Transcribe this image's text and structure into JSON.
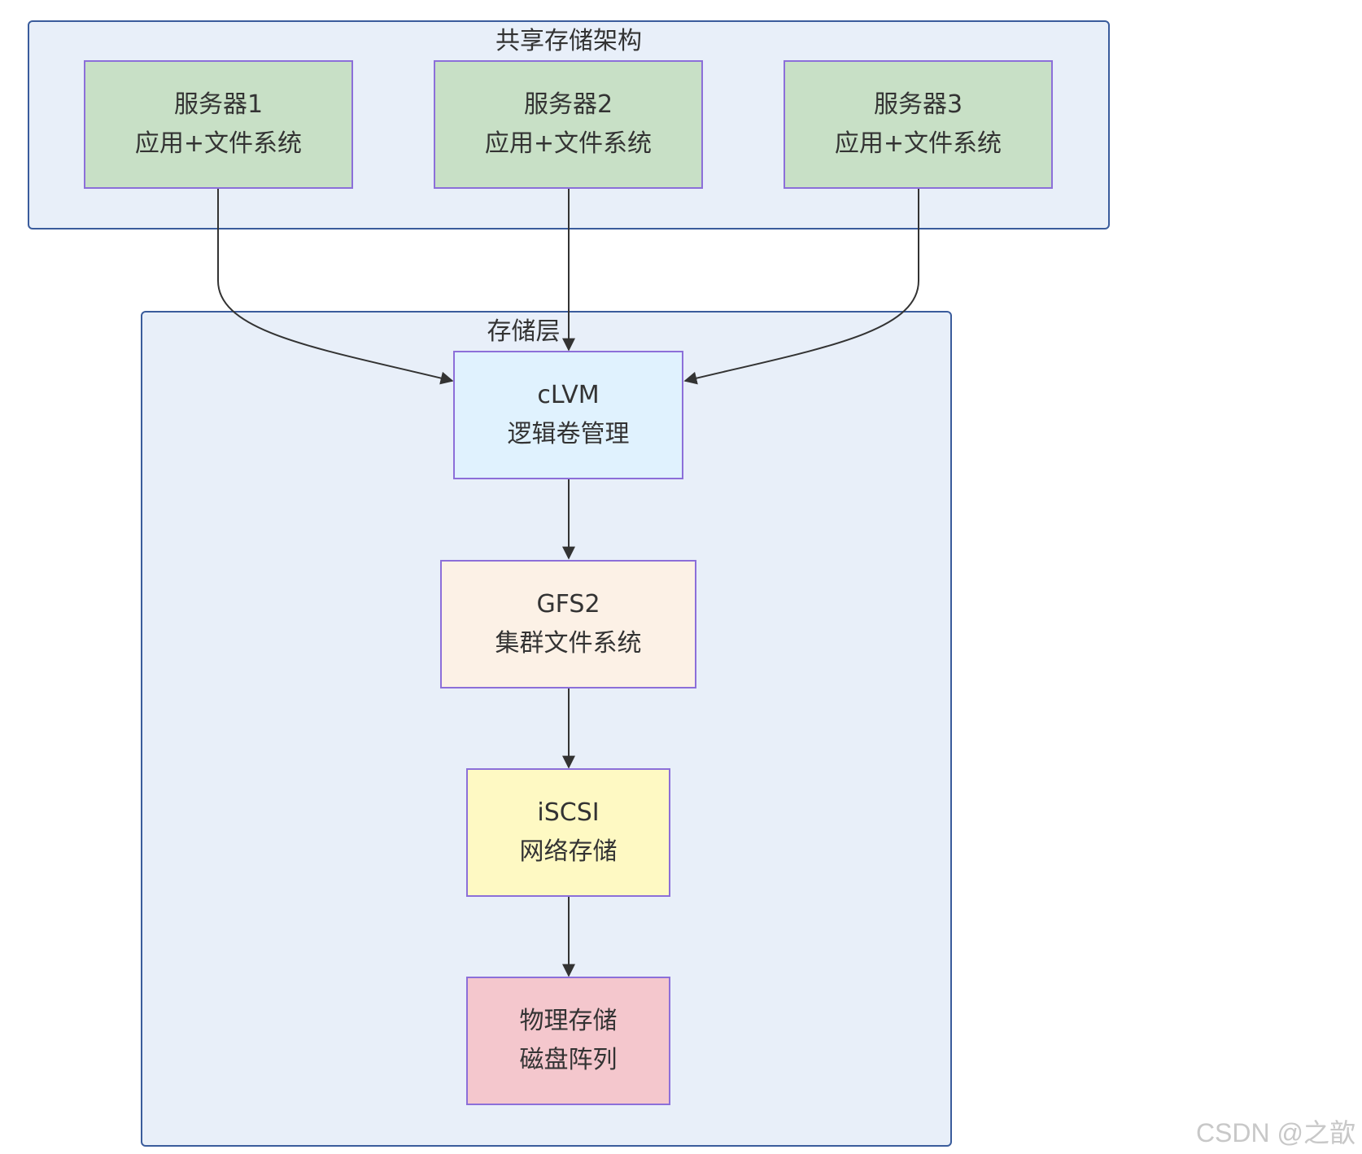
{
  "clusters": {
    "shared": {
      "title": "共享存储架构"
    },
    "storage": {
      "title": "存储层"
    }
  },
  "nodes": {
    "server1": {
      "line1": "服务器1",
      "line2": "应用+文件系统"
    },
    "server2": {
      "line1": "服务器2",
      "line2": "应用+文件系统"
    },
    "server3": {
      "line1": "服务器3",
      "line2": "应用+文件系统"
    },
    "clvm": {
      "line1": "cLVM",
      "line2": "逻辑卷管理"
    },
    "gfs2": {
      "line1": "GFS2",
      "line2": "集群文件系统"
    },
    "iscsi": {
      "line1": "iSCSI",
      "line2": "网络存储"
    },
    "physical": {
      "line1": "物理存储",
      "line2": "磁盘阵列"
    }
  },
  "edges": [
    {
      "from": "服务器1",
      "to": "cLVM"
    },
    {
      "from": "服务器2",
      "to": "cLVM"
    },
    {
      "from": "服务器3",
      "to": "cLVM"
    },
    {
      "from": "cLVM",
      "to": "GFS2"
    },
    {
      "from": "GFS2",
      "to": "iSCSI"
    },
    {
      "from": "iSCSI",
      "to": "物理存储"
    }
  ],
  "colors": {
    "cluster_fill": "#e8eff9",
    "cluster_border": "#3a5c9c",
    "node_border": "#8c6fd9",
    "server_fill": "#c8e0c6",
    "clvm_fill": "#e0f2fe",
    "gfs2_fill": "#fcf1e6",
    "iscsi_fill": "#fef9c3",
    "physical_fill": "#f4c7cd",
    "edge": "#333333"
  },
  "watermark": "CSDN @之歆"
}
